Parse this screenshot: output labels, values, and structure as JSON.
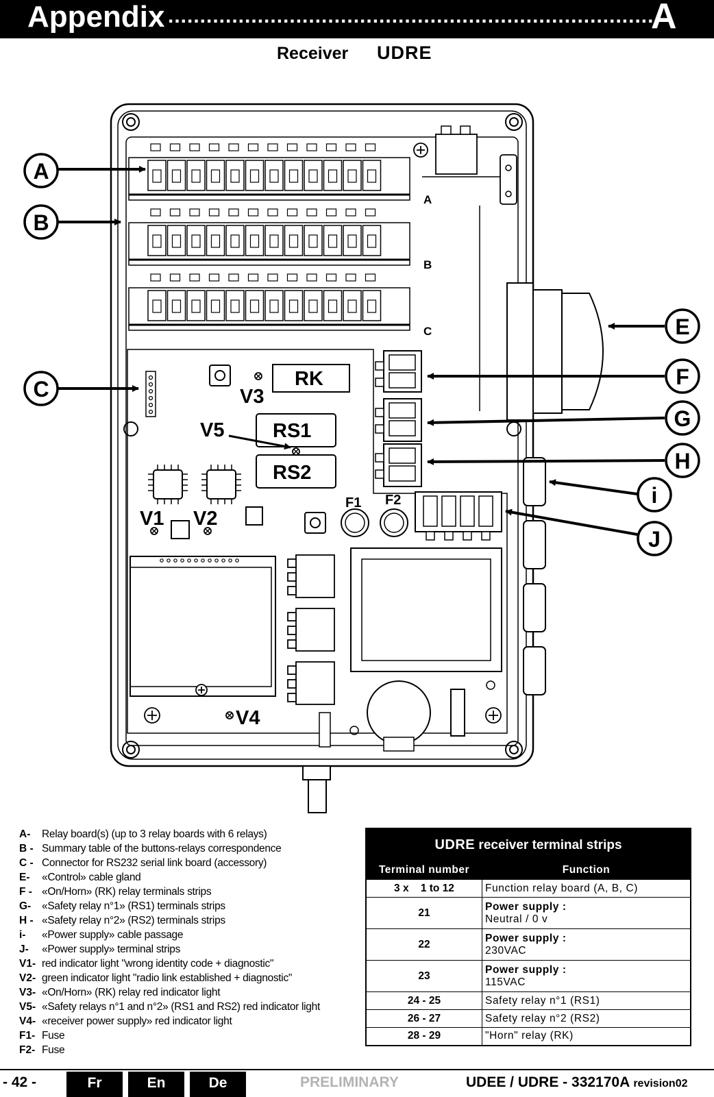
{
  "header": {
    "title": "Appendix",
    "dots": "....................................................................................",
    "letter": "A"
  },
  "subtitle": {
    "label": "Receiver",
    "model": "UDRE"
  },
  "diagram": {
    "callouts": [
      "A",
      "B",
      "C",
      "E",
      "F",
      "G",
      "H",
      "i",
      "J"
    ],
    "board_letters": [
      "A",
      "B",
      "C"
    ],
    "component_labels": {
      "rk": "RK",
      "rs1": "RS1",
      "rs2": "RS2",
      "v1": "V1",
      "v2": "V2",
      "v3": "V3",
      "v4": "V4",
      "v5": "V5",
      "f1": "F1",
      "f2": "F2"
    }
  },
  "legend": [
    {
      "key": "A-",
      "text": "Relay board(s) (up to 3 relay boards with 6 relays)"
    },
    {
      "key": "B -",
      "text": "Summary table of the buttons-relays correspondence"
    },
    {
      "key": "C -",
      "text": "Connector for RS232 serial link board (accessory)"
    },
    {
      "key": "E-",
      "text": "«Control» cable gland"
    },
    {
      "key": "F -",
      "text": "«On/Horn» (RK) relay terminals strips"
    },
    {
      "key": "G-",
      "text": "«Safety relay n°1» (RS1) terminals strips"
    },
    {
      "key": "H -",
      "text": "«Safety relay n°2» (RS2) terminals strips"
    },
    {
      "key": "i-",
      "text": "«Power supply» cable passage"
    },
    {
      "key": "J-",
      "text": "«Power supply» terminal strips"
    },
    {
      "key": "V1-",
      "text": "red indicator light \"wrong identity code + diagnostic\""
    },
    {
      "key": "V2-",
      "text": "green indicator light \"radio link established + diagnostic\""
    },
    {
      "key": "V3-",
      "text": "«On/Horn» (RK) relay red indicator light"
    },
    {
      "key": "V5-",
      "text": "«Safety relays n°1 and n°2» (RS1 and RS2) red indicator light"
    },
    {
      "key": "V4-",
      "text": "«receiver power supply» red indicator light"
    },
    {
      "key": "F1-",
      "text": "Fuse"
    },
    {
      "key": "F2-",
      "text": "Fuse"
    }
  ],
  "table": {
    "title_model": "UDRE",
    "title_rest": " receiver terminal strips",
    "col_terminal": "Terminal number",
    "col_function": "Function",
    "rows": [
      {
        "terminal": "3 x    1 to 12",
        "function_bold": "",
        "function": "Function relay board (A, B, C)"
      },
      {
        "terminal": "21",
        "function_bold": "Power supply :",
        "function": "Neutral / 0 v"
      },
      {
        "terminal": "22",
        "function_bold": "Power supply :",
        "function": "230VAC"
      },
      {
        "terminal": "23",
        "function_bold": "Power supply :",
        "function": "115VAC"
      },
      {
        "terminal": "24 - 25",
        "function_bold": "",
        "function": "Safety relay n°1 (RS1)"
      },
      {
        "terminal": "26 - 27",
        "function_bold": "",
        "function": "Safety relay n°2 (RS2)"
      },
      {
        "terminal": "28 - 29",
        "function_bold": "",
        "function": "\"Horn\" relay (RK)"
      }
    ]
  },
  "footer": {
    "page": "- 42 -",
    "tabs": [
      "Fr",
      "En",
      "De"
    ],
    "preliminary": "PRELIMINARY",
    "ref": "UDEE / UDRE - 332170A",
    "revision": "revision02"
  }
}
